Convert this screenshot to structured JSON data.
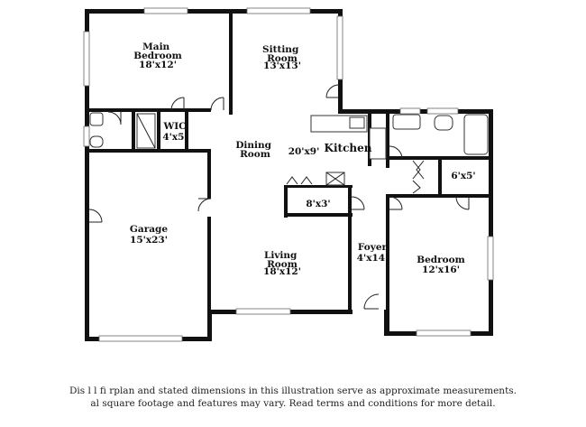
{
  "rooms": [
    {
      "id": "main-bedroom",
      "name": "Main\nBedroom",
      "size": "18'x12'"
    },
    {
      "id": "sitting-room",
      "name": "Sitting\nRoom",
      "size": "13'x13'"
    },
    {
      "id": "wic",
      "name": "WIC",
      "size": "4'x5'"
    },
    {
      "id": "dining-room",
      "name": "Dining\nRoom",
      "size": ""
    },
    {
      "id": "dining-size",
      "name": "",
      "size": "20'x9'"
    },
    {
      "id": "kitchen",
      "name": "Kitchen",
      "size": ""
    },
    {
      "id": "closet-8x3",
      "name": "",
      "size": "8'x3'"
    },
    {
      "id": "closet-6x5",
      "name": "",
      "size": "6'x5'"
    },
    {
      "id": "garage",
      "name": "Garage",
      "size": "15'x23'"
    },
    {
      "id": "living-room",
      "name": "Living\nRoom",
      "size": "18'x12'"
    },
    {
      "id": "foyer",
      "name": "Foyer",
      "size": "4'x14'"
    },
    {
      "id": "bedroom",
      "name": "Bedroom",
      "size": "12'x16'"
    }
  ],
  "disclaimer": {
    "line1": "Dis      l      l  fi   rplan and stated dimensions in this illustration serve as approximate measurements.",
    "line2": "al square footage and features may vary. Read terms and conditions for more detail."
  }
}
